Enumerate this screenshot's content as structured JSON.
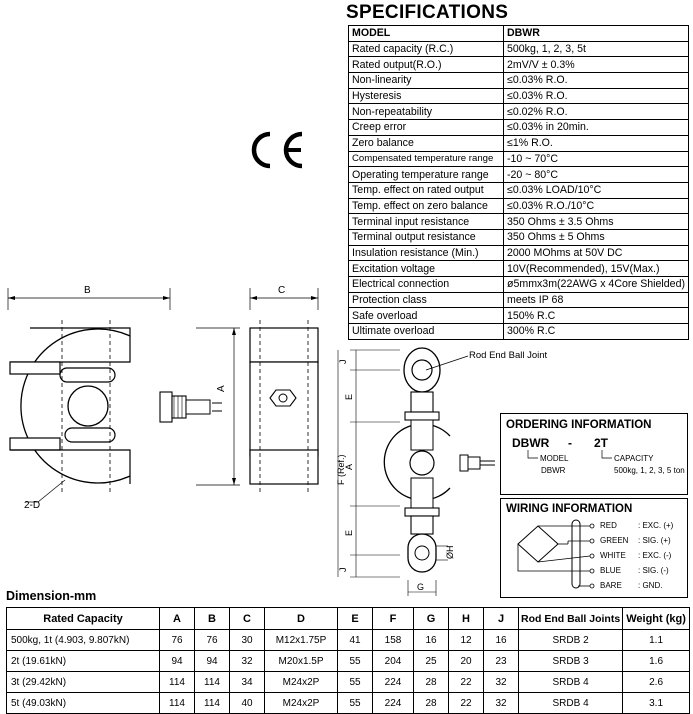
{
  "specifications": {
    "title": "SPECIFICATIONS",
    "header": [
      "MODEL",
      "DBWR"
    ],
    "rows": [
      [
        "Rated capacity (R.C.)",
        "500kg, 1, 2, 3, 5t"
      ],
      [
        "Rated output(R.O.)",
        "2mV/V ± 0.3%"
      ],
      [
        "Non-linearity",
        "≤0.03% R.O."
      ],
      [
        "Hysteresis",
        "≤0.03% R.O."
      ],
      [
        "Non-repeatability",
        "≤0.02% R.O."
      ],
      [
        "Creep error",
        "≤0.03% in 20min."
      ],
      [
        "Zero balance",
        "≤1% R.O."
      ],
      [
        "Compensated temperature range",
        "-10 ~ 70°C"
      ],
      [
        "Operating temperature range",
        "-20 ~ 80°C"
      ],
      [
        "Temp. effect on rated output",
        "≤0.03% LOAD/10°C"
      ],
      [
        "Temp. effect on zero balance",
        "≤0.03% R.O./10°C"
      ],
      [
        "Terminal input resistance",
        "350 Ohms ± 3.5 Ohms"
      ],
      [
        "Terminal output resistance",
        "350 Ohms ± 5 Ohms"
      ],
      [
        "Insulation resistance (Min.)",
        "2000 MOhms at 50V DC"
      ],
      [
        "Excitation voltage",
        "10V(Recommended), 15V(Max.)"
      ],
      [
        "Electrical connection",
        "ø5mmx3m(22AWG x 4Core Shielded)"
      ],
      [
        "Protection class",
        "meets IP 68"
      ],
      [
        "Safe overload",
        "150% R.C"
      ],
      [
        "Ultimate overload",
        "300% R.C"
      ]
    ]
  },
  "ce_mark": "CE",
  "drawing": {
    "label_b": "B",
    "label_c": "C",
    "label_a": "A",
    "label_2d": "2-D",
    "label_j": "J",
    "label_e": "E",
    "label_f": "F (Ref.)",
    "label_h": "ØH",
    "label_g": "G",
    "rod_end": "Rod End Ball Joint"
  },
  "ordering": {
    "title": "ORDERING INFORMATION",
    "model_code": "DBWR",
    "dash": "-",
    "capacity_code": "2T",
    "model_label": "MODEL",
    "model_value": "DBWR",
    "capacity_label": "CAPACITY",
    "capacity_value": "500kg, 1, 2, 3, 5 ton"
  },
  "wiring": {
    "title": "WIRING INFORMATION",
    "wires": [
      {
        "color": "RED",
        "signal": "EXC. (+)"
      },
      {
        "color": "GREEN",
        "signal": "SIG. (+)"
      },
      {
        "color": "WHITE",
        "signal": "EXC. (-)"
      },
      {
        "color": "BLUE",
        "signal": "SIG. (-)"
      },
      {
        "color": "BARE",
        "signal": "GND."
      }
    ]
  },
  "dimensions": {
    "title": "Dimension-mm",
    "columns": [
      "Rated Capacity",
      "A",
      "B",
      "C",
      "D",
      "E",
      "F",
      "G",
      "H",
      "J",
      "Rod End Ball Joints",
      "Weight (kg)"
    ],
    "rows": [
      [
        "500kg, 1t (4.903, 9.807kN)",
        "76",
        "76",
        "30",
        "M12x1.75P",
        "41",
        "158",
        "16",
        "12",
        "16",
        "SRDB 2",
        "1.1"
      ],
      [
        "2t (19.61kN)",
        "94",
        "94",
        "32",
        "M20x1.5P",
        "55",
        "204",
        "25",
        "20",
        "23",
        "SRDB 3",
        "1.6"
      ],
      [
        "3t (29.42kN)",
        "114",
        "114",
        "34",
        "M24x2P",
        "55",
        "224",
        "28",
        "22",
        "32",
        "SRDB 4",
        "2.6"
      ],
      [
        "5t (49.03kN)",
        "114",
        "114",
        "40",
        "M24x2P",
        "55",
        "224",
        "28",
        "22",
        "32",
        "SRDB 4",
        "3.1"
      ]
    ]
  }
}
